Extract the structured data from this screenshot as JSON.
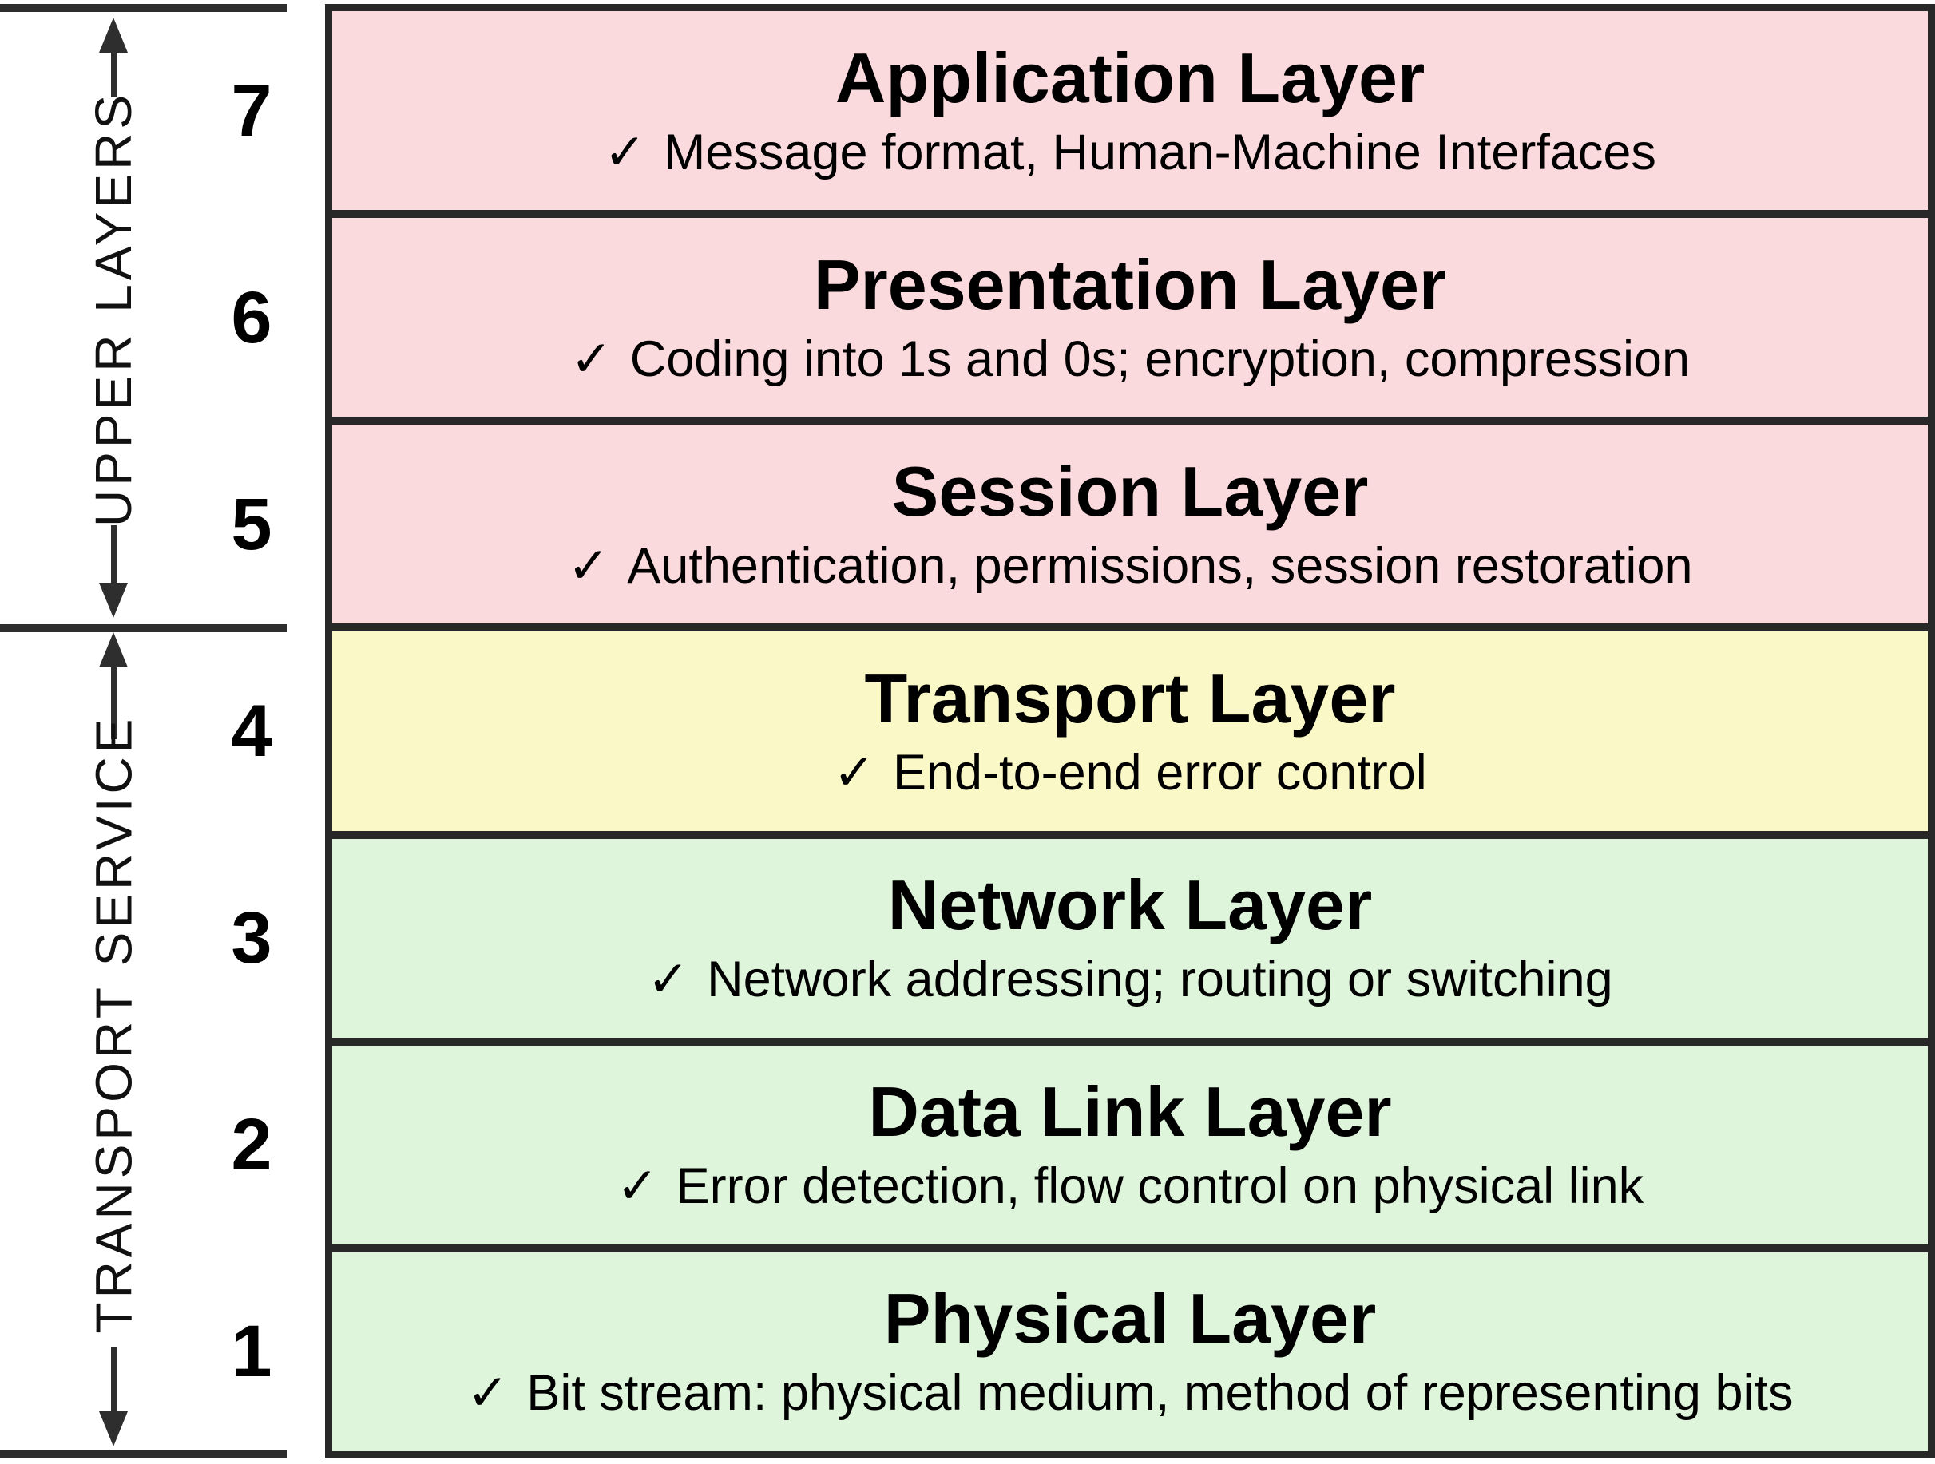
{
  "sidebar": {
    "upper_label": "UPPER LAYERS",
    "lower_label": "TRANSPORT SERVICE"
  },
  "layers": [
    {
      "number": "7",
      "title": "Application Layer",
      "check": "✓",
      "desc": "Message format, Human-Machine Interfaces",
      "bg": "#fbdade"
    },
    {
      "number": "6",
      "title": "Presentation Layer",
      "check": "✓",
      "desc": "Coding into 1s and 0s; encryption, compression",
      "bg": "#fbdade"
    },
    {
      "number": "5",
      "title": "Session Layer",
      "check": "✓",
      "desc": "Authentication, permissions, session restoration",
      "bg": "#fbdade"
    },
    {
      "number": "4",
      "title": "Transport Layer",
      "check": "✓",
      "desc": "End-to-end error control",
      "bg": "#faf8c6"
    },
    {
      "number": "3",
      "title": "Network Layer",
      "check": "✓",
      "desc": "Network addressing; routing or switching",
      "bg": "#def5dc"
    },
    {
      "number": "2",
      "title": "Data Link Layer",
      "check": "✓",
      "desc": "Error detection, flow control on physical link",
      "bg": "#def5dc"
    },
    {
      "number": "1",
      "title": "Physical Layer",
      "check": "✓",
      "desc": "Bit stream: physical medium, method of representing bits",
      "bg": "#def5dc"
    }
  ],
  "colors": {
    "pink": "#fbdade",
    "yellow": "#faf8c6",
    "green": "#def5dc",
    "border": "#282828",
    "rail": "#2e2e2e"
  }
}
